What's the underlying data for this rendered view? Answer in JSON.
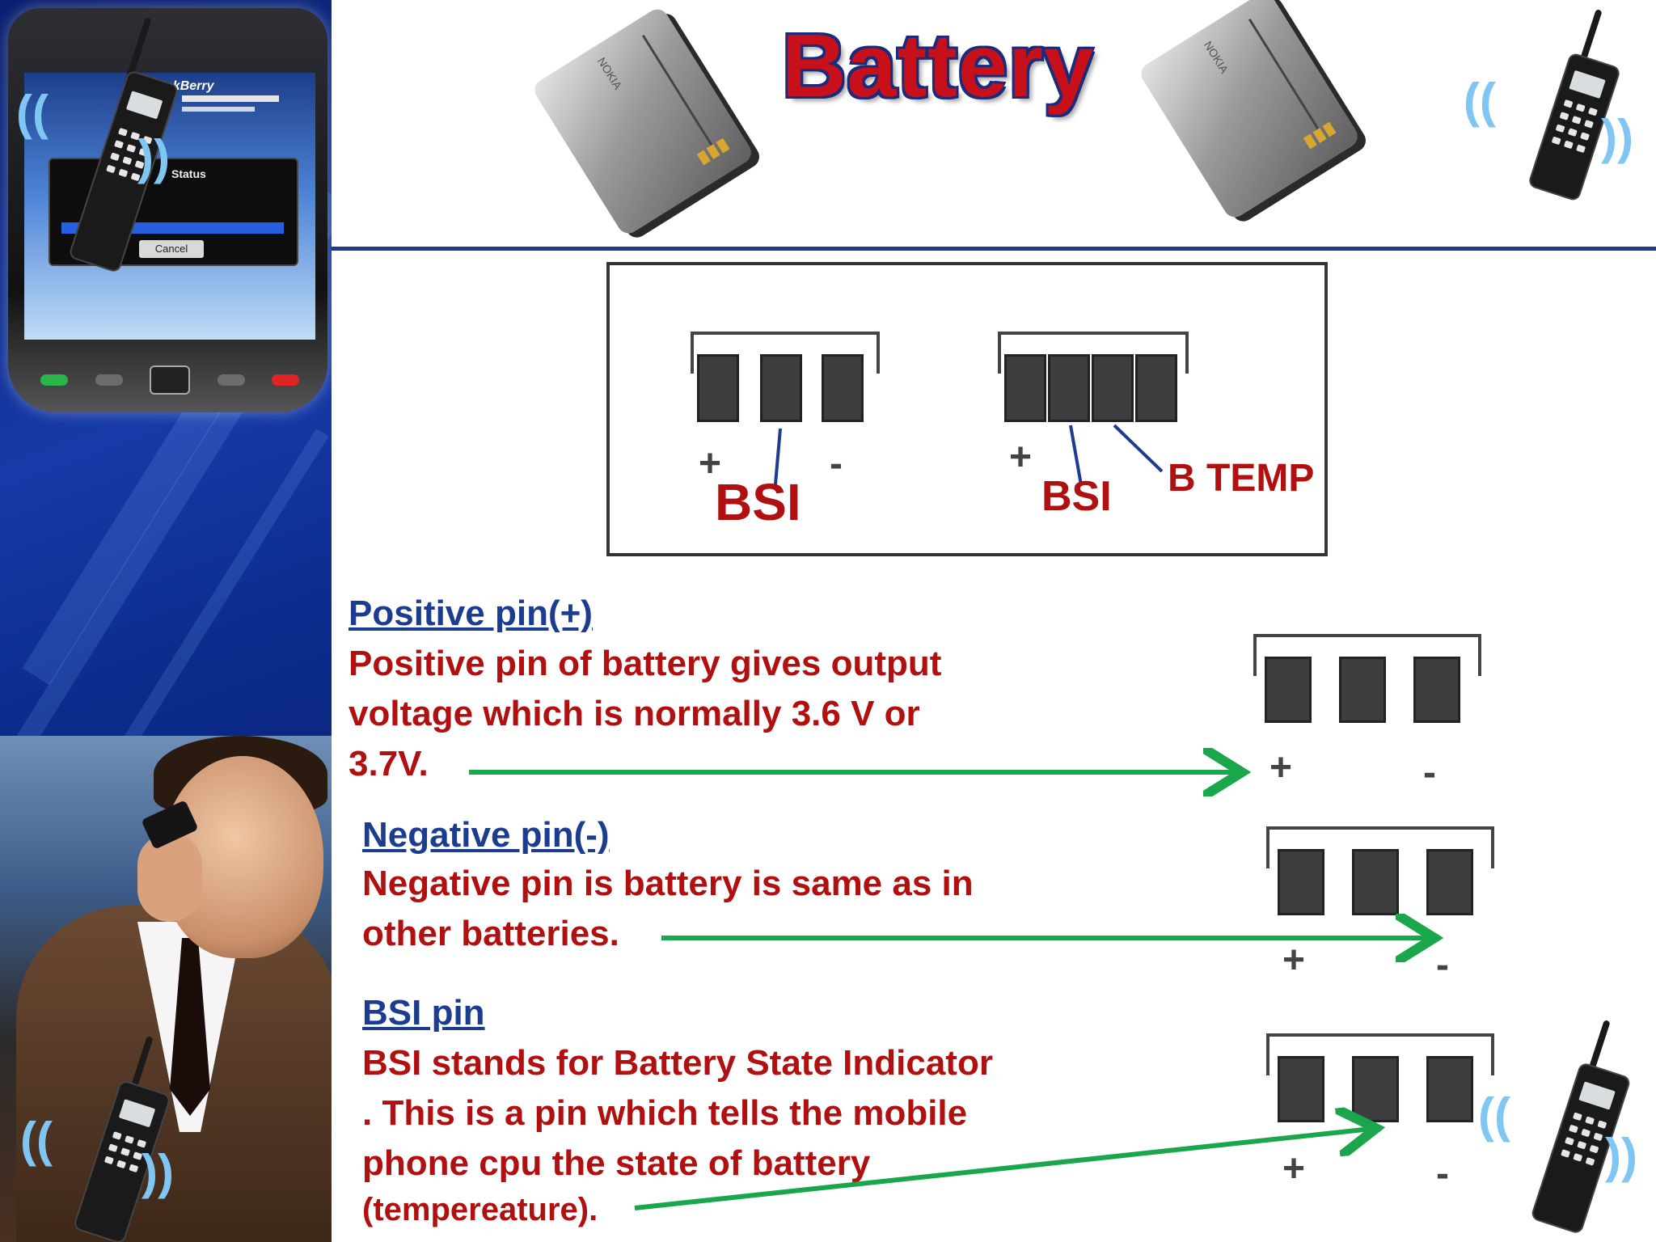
{
  "title": "Battery",
  "decor": {
    "smartphone": {
      "brand": "BlackBerry",
      "dialog_title": "Status",
      "cancel_button": "Cancel"
    },
    "battery_photo_brand": "NOKIA",
    "icons": [
      "battery-photo-icon",
      "cell-phone-icon",
      "signal-waves-icon",
      "smartphone-image",
      "businessman-photo"
    ]
  },
  "diagram": {
    "three_pin": {
      "plus": "+",
      "minus": "-",
      "bsi_label": "BSI"
    },
    "four_pin": {
      "plus": "+",
      "bsi_label": "BSI",
      "temp_label": "B TEMP"
    }
  },
  "sections": [
    {
      "heading": "Positive pin(+)",
      "lines": [
        "Positive pin of battery gives output",
        "voltage which is normally 3.6 V or",
        "3.7V."
      ],
      "connector": {
        "plus": "+",
        "minus": "-"
      }
    },
    {
      "heading": "Negative pin(-)",
      "lines": [
        "Negative pin is battery is same as in",
        "other batteries."
      ],
      "connector": {
        "plus": "+",
        "minus": "-"
      }
    },
    {
      "heading": "BSI pin",
      "lines": [
        "BSI stands for Battery State Indicator",
        ". This is a pin which tells the mobile",
        "phone cpu the state of battery",
        "(tempereature)."
      ],
      "connector": {
        "plus": "+",
        "minus": "-"
      }
    }
  ],
  "colors": {
    "title_red": "#c8101a",
    "heading_blue": "#1b3c8f",
    "body_red": "#b01010",
    "arrow_green": "#1aa64a",
    "panel_blue": "#163aa8"
  }
}
